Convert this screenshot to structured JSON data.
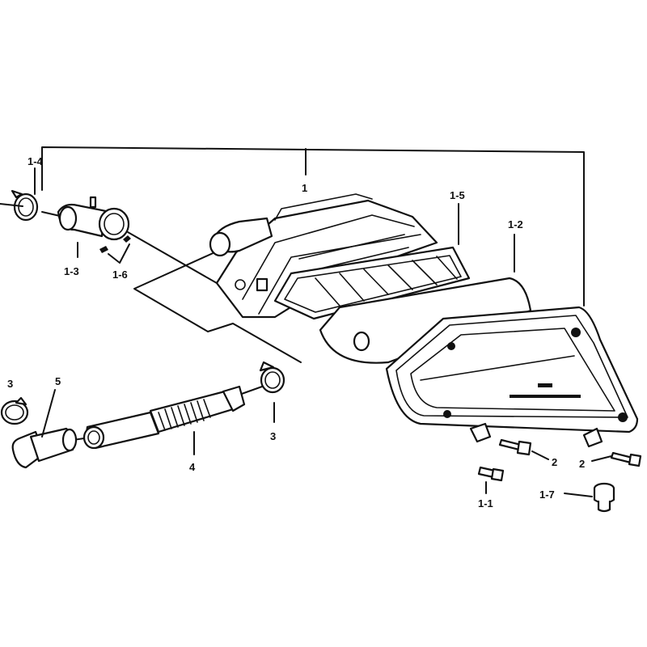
{
  "labels": {
    "p1": "1",
    "p1_1": "1-1",
    "p1_2": "1-2",
    "p1_3": "1-3",
    "p1_4": "1-4",
    "p1_5": "1-5",
    "p1_6": "1-6",
    "p1_7": "1-7",
    "p2a": "2",
    "p2b": "2",
    "p3a": "3",
    "p3b": "3",
    "p4": "4",
    "p5": "5"
  }
}
